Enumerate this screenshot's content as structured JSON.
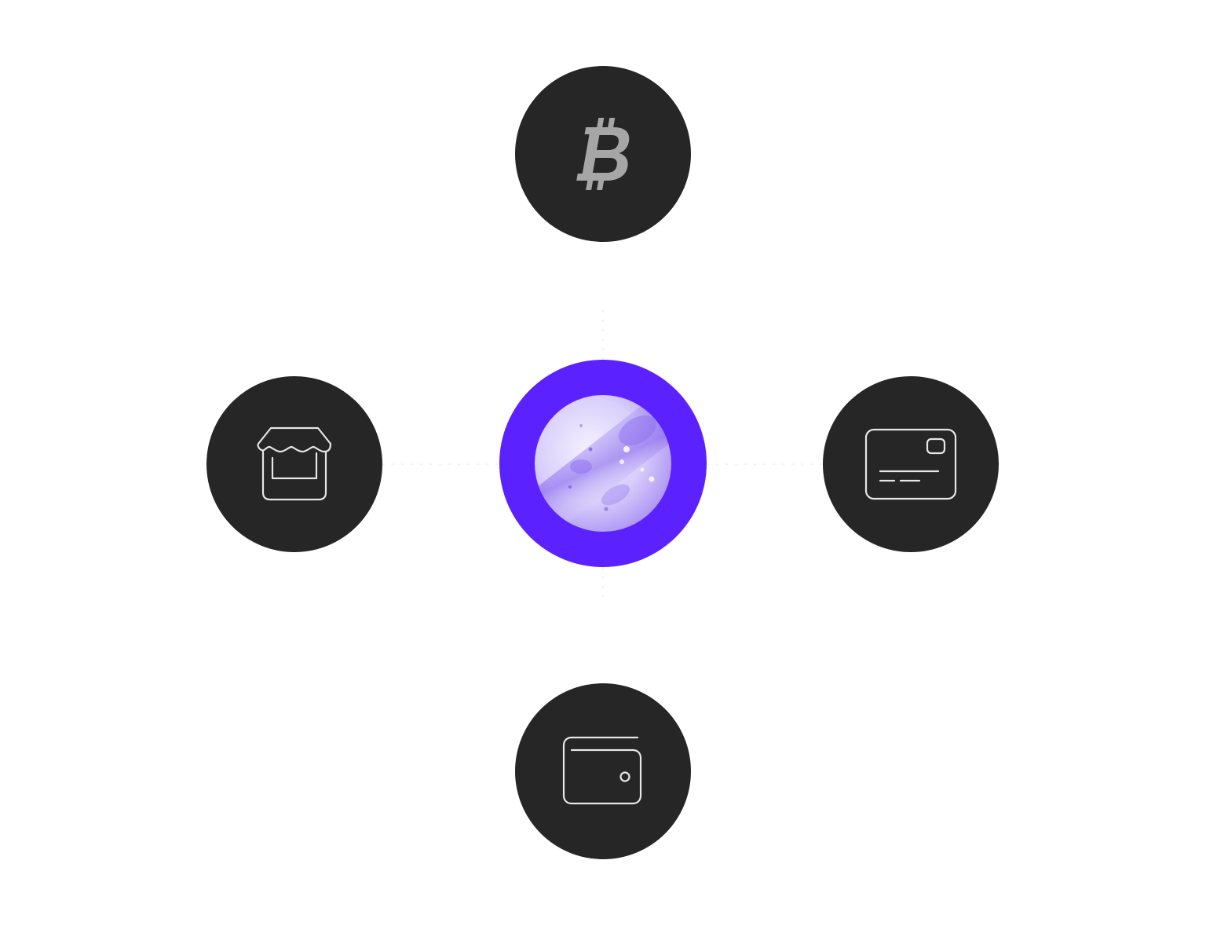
{
  "diagram": {
    "hub": {
      "icon": "moon-globe-icon",
      "ring_color": "#5b22ff",
      "globe_color": "#8c6bf0"
    },
    "nodes": [
      {
        "id": "top",
        "icon": "bitcoin-icon"
      },
      {
        "id": "left",
        "icon": "storefront-icon"
      },
      {
        "id": "right",
        "icon": "credit-card-icon"
      },
      {
        "id": "bottom",
        "icon": "wallet-icon"
      }
    ],
    "colors": {
      "node_fill": "#262626",
      "icon_stroke": "#e6e6e6",
      "bitcoin_glyph": "#a6a6a6",
      "connector": "#eeeeee"
    }
  }
}
